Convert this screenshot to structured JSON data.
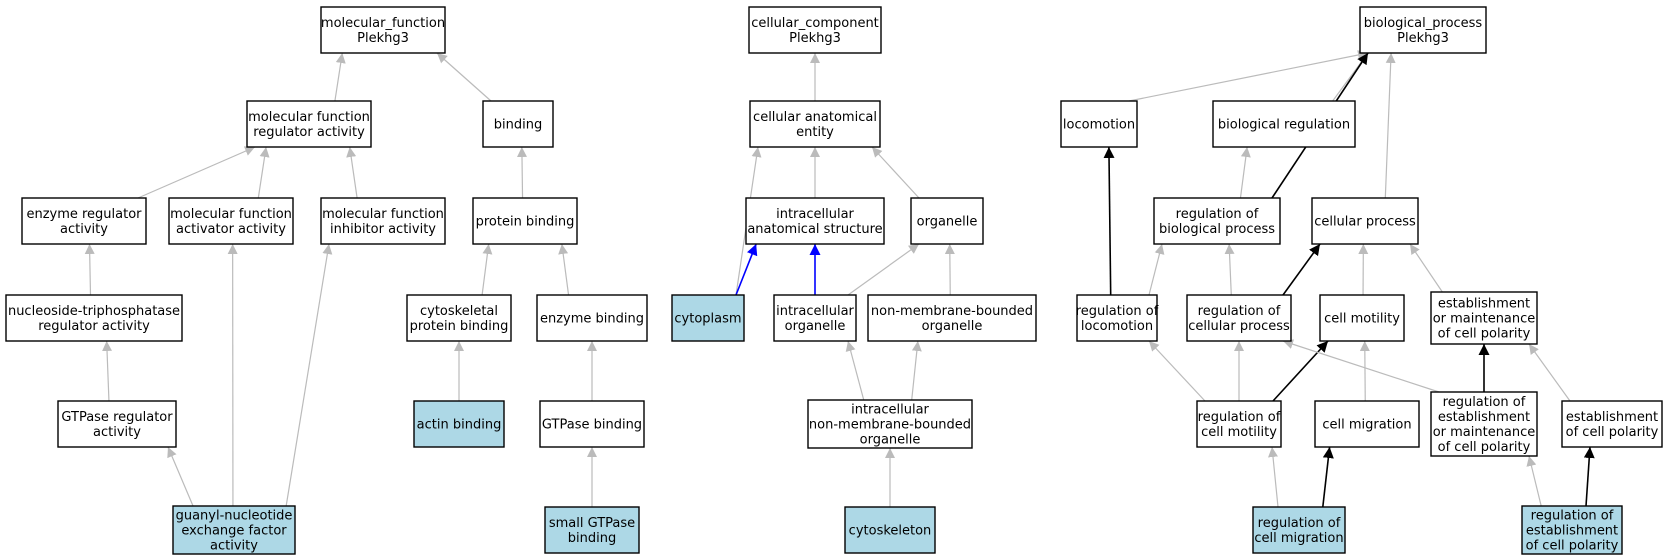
{
  "colors": {
    "highlight_fill": "#add8e6",
    "default_fill": "#ffffff",
    "edge_default": "#bbbbbb",
    "edge_emphasis": "#000000",
    "edge_blue": "#0000ff"
  },
  "nodes": {
    "mf_root": {
      "lines": [
        "molecular_function",
        "Plekhg3"
      ],
      "highlighted": false
    },
    "mf_regulator": {
      "lines": [
        "molecular function",
        "regulator activity"
      ],
      "highlighted": false
    },
    "binding": {
      "lines": [
        "binding"
      ],
      "highlighted": false
    },
    "enzyme_regulator": {
      "lines": [
        "enzyme regulator",
        "activity"
      ],
      "highlighted": false
    },
    "mf_activator": {
      "lines": [
        "molecular function",
        "activator activity"
      ],
      "highlighted": false
    },
    "mf_inhibitor": {
      "lines": [
        "molecular function",
        "inhibitor activity"
      ],
      "highlighted": false
    },
    "protein_binding": {
      "lines": [
        "protein binding"
      ],
      "highlighted": false
    },
    "ntpase_regulator": {
      "lines": [
        "nucleoside-triphosphatase",
        "regulator activity"
      ],
      "highlighted": false
    },
    "cytoskeletal_binding": {
      "lines": [
        "cytoskeletal",
        "protein binding"
      ],
      "highlighted": false
    },
    "enzyme_binding": {
      "lines": [
        "enzyme binding"
      ],
      "highlighted": false
    },
    "gtpase_regulator": {
      "lines": [
        "GTPase regulator",
        "activity"
      ],
      "highlighted": false
    },
    "actin_binding": {
      "lines": [
        "actin binding"
      ],
      "highlighted": true
    },
    "gtpase_binding": {
      "lines": [
        "GTPase binding"
      ],
      "highlighted": false
    },
    "gef_activity": {
      "lines": [
        "guanyl-nucleotide",
        "exchange factor",
        "activity"
      ],
      "highlighted": true
    },
    "small_gtpase_binding": {
      "lines": [
        "small GTPase",
        "binding"
      ],
      "highlighted": true
    },
    "cc_root": {
      "lines": [
        "cellular_component",
        "Plekhg3"
      ],
      "highlighted": false
    },
    "cellular_anatomical": {
      "lines": [
        "cellular anatomical",
        "entity"
      ],
      "highlighted": false
    },
    "intracellular_structure": {
      "lines": [
        "intracellular",
        "anatomical structure"
      ],
      "highlighted": false
    },
    "organelle": {
      "lines": [
        "organelle"
      ],
      "highlighted": false
    },
    "cytoplasm": {
      "lines": [
        "cytoplasm"
      ],
      "highlighted": true
    },
    "intracellular_organelle": {
      "lines": [
        "intracellular",
        "organelle"
      ],
      "highlighted": false
    },
    "non_membrane_organelle": {
      "lines": [
        "non-membrane-bounded",
        "organelle"
      ],
      "highlighted": false
    },
    "intra_non_membrane": {
      "lines": [
        "intracellular",
        "non-membrane-bounded",
        "organelle"
      ],
      "highlighted": false
    },
    "cytoskeleton": {
      "lines": [
        "cytoskeleton"
      ],
      "highlighted": true
    },
    "bp_root": {
      "lines": [
        "biological_process",
        "Plekhg3"
      ],
      "highlighted": false
    },
    "locomotion": {
      "lines": [
        "locomotion"
      ],
      "highlighted": false
    },
    "biological_regulation": {
      "lines": [
        "biological regulation"
      ],
      "highlighted": false
    },
    "reg_biological_process": {
      "lines": [
        "regulation of",
        "biological process"
      ],
      "highlighted": false
    },
    "cellular_process": {
      "lines": [
        "cellular process"
      ],
      "highlighted": false
    },
    "reg_locomotion": {
      "lines": [
        "regulation of",
        "locomotion"
      ],
      "highlighted": false
    },
    "reg_cellular_process": {
      "lines": [
        "regulation of",
        "cellular process"
      ],
      "highlighted": false
    },
    "cell_motility": {
      "lines": [
        "cell motility"
      ],
      "highlighted": false
    },
    "est_maint_polarity": {
      "lines": [
        "establishment",
        "or maintenance",
        "of cell polarity"
      ],
      "highlighted": false
    },
    "reg_cell_motility": {
      "lines": [
        "regulation of",
        "cell motility"
      ],
      "highlighted": false
    },
    "cell_migration": {
      "lines": [
        "cell migration"
      ],
      "highlighted": false
    },
    "reg_est_maint_polarity": {
      "lines": [
        "regulation of",
        "establishment",
        "or maintenance",
        "of cell polarity"
      ],
      "highlighted": false
    },
    "est_polarity": {
      "lines": [
        "establishment",
        "of cell polarity"
      ],
      "highlighted": false
    },
    "reg_cell_migration": {
      "lines": [
        "regulation of",
        "cell migration"
      ],
      "highlighted": true
    },
    "reg_est_polarity": {
      "lines": [
        "regulation of",
        "establishment",
        "of cell polarity"
      ],
      "highlighted": true
    }
  },
  "edges": [
    {
      "from": "mf_regulator",
      "to": "mf_root",
      "style": "default"
    },
    {
      "from": "binding",
      "to": "mf_root",
      "style": "default"
    },
    {
      "from": "enzyme_regulator",
      "to": "mf_regulator",
      "style": "default"
    },
    {
      "from": "mf_activator",
      "to": "mf_regulator",
      "style": "default"
    },
    {
      "from": "mf_inhibitor",
      "to": "mf_regulator",
      "style": "default"
    },
    {
      "from": "protein_binding",
      "to": "binding",
      "style": "default"
    },
    {
      "from": "ntpase_regulator",
      "to": "enzyme_regulator",
      "style": "default"
    },
    {
      "from": "gtpase_regulator",
      "to": "ntpase_regulator",
      "style": "default"
    },
    {
      "from": "gef_activity",
      "to": "gtpase_regulator",
      "style": "default"
    },
    {
      "from": "gef_activity",
      "to": "mf_activator",
      "style": "default"
    },
    {
      "from": "gef_activity",
      "to": "mf_inhibitor",
      "style": "default"
    },
    {
      "from": "cytoskeletal_binding",
      "to": "protein_binding",
      "style": "default"
    },
    {
      "from": "enzyme_binding",
      "to": "protein_binding",
      "style": "default"
    },
    {
      "from": "actin_binding",
      "to": "cytoskeletal_binding",
      "style": "default"
    },
    {
      "from": "gtpase_binding",
      "to": "enzyme_binding",
      "style": "default"
    },
    {
      "from": "small_gtpase_binding",
      "to": "gtpase_binding",
      "style": "default"
    },
    {
      "from": "cellular_anatomical",
      "to": "cc_root",
      "style": "default"
    },
    {
      "from": "intracellular_structure",
      "to": "cellular_anatomical",
      "style": "default"
    },
    {
      "from": "organelle",
      "to": "cellular_anatomical",
      "style": "default"
    },
    {
      "from": "cytoplasm",
      "to": "cellular_anatomical",
      "style": "default"
    },
    {
      "from": "cytoplasm",
      "to": "intracellular_structure",
      "style": "blue"
    },
    {
      "from": "intracellular_organelle",
      "to": "intracellular_structure",
      "style": "blue"
    },
    {
      "from": "intracellular_organelle",
      "to": "organelle",
      "style": "default"
    },
    {
      "from": "non_membrane_organelle",
      "to": "organelle",
      "style": "default"
    },
    {
      "from": "intra_non_membrane",
      "to": "intracellular_organelle",
      "style": "default"
    },
    {
      "from": "intra_non_membrane",
      "to": "non_membrane_organelle",
      "style": "default"
    },
    {
      "from": "cytoskeleton",
      "to": "intra_non_membrane",
      "style": "default"
    },
    {
      "from": "locomotion",
      "to": "bp_root",
      "style": "default"
    },
    {
      "from": "biological_regulation",
      "to": "bp_root",
      "style": "default"
    },
    {
      "from": "reg_biological_process",
      "to": "bp_root",
      "style": "emphasis"
    },
    {
      "from": "cellular_process",
      "to": "bp_root",
      "style": "default"
    },
    {
      "from": "reg_biological_process",
      "to": "biological_regulation",
      "style": "default"
    },
    {
      "from": "reg_locomotion",
      "to": "locomotion",
      "style": "emphasis"
    },
    {
      "from": "reg_locomotion",
      "to": "reg_biological_process",
      "style": "default"
    },
    {
      "from": "reg_cellular_process",
      "to": "reg_biological_process",
      "style": "default"
    },
    {
      "from": "reg_cellular_process",
      "to": "cellular_process",
      "style": "emphasis"
    },
    {
      "from": "cell_motility",
      "to": "cellular_process",
      "style": "default"
    },
    {
      "from": "est_maint_polarity",
      "to": "cellular_process",
      "style": "default"
    },
    {
      "from": "reg_cell_motility",
      "to": "reg_locomotion",
      "style": "default"
    },
    {
      "from": "reg_cell_motility",
      "to": "reg_cellular_process",
      "style": "default"
    },
    {
      "from": "reg_cell_motility",
      "to": "cell_motility",
      "style": "emphasis"
    },
    {
      "from": "cell_migration",
      "to": "cell_motility",
      "style": "default"
    },
    {
      "from": "reg_est_maint_polarity",
      "to": "reg_cellular_process",
      "style": "default"
    },
    {
      "from": "reg_est_maint_polarity",
      "to": "est_maint_polarity",
      "style": "emphasis"
    },
    {
      "from": "est_polarity",
      "to": "est_maint_polarity",
      "style": "default"
    },
    {
      "from": "reg_cell_migration",
      "to": "reg_cell_motility",
      "style": "default"
    },
    {
      "from": "reg_cell_migration",
      "to": "cell_migration",
      "style": "emphasis"
    },
    {
      "from": "reg_est_polarity",
      "to": "reg_est_maint_polarity",
      "style": "default"
    },
    {
      "from": "reg_est_polarity",
      "to": "est_polarity",
      "style": "emphasis"
    }
  ]
}
